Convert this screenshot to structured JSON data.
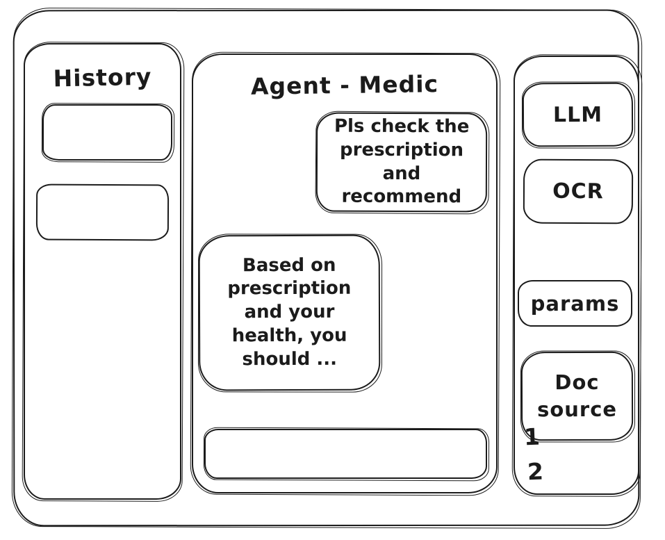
{
  "colors": {
    "ink": "#1b1b1b",
    "background": "#ffffff"
  },
  "history_panel": {
    "title": "History",
    "items": [
      {
        "label": ""
      },
      {
        "label": ""
      }
    ]
  },
  "chat_panel": {
    "title": "Agent - Medic",
    "messages": [
      {
        "role": "user",
        "text": "Pls check the prescription and recommend"
      },
      {
        "role": "assistant",
        "text": "Based on prescription and your health, you should ..."
      }
    ],
    "input": {
      "value": "",
      "placeholder": ""
    }
  },
  "tools_panel": {
    "buttons": [
      {
        "id": "llm",
        "label": "LLM"
      },
      {
        "id": "ocr",
        "label": "OCR"
      },
      {
        "id": "params",
        "label": "params"
      },
      {
        "id": "doc_source",
        "label": "Doc source"
      }
    ],
    "doc_list": [
      "1",
      "2"
    ]
  }
}
